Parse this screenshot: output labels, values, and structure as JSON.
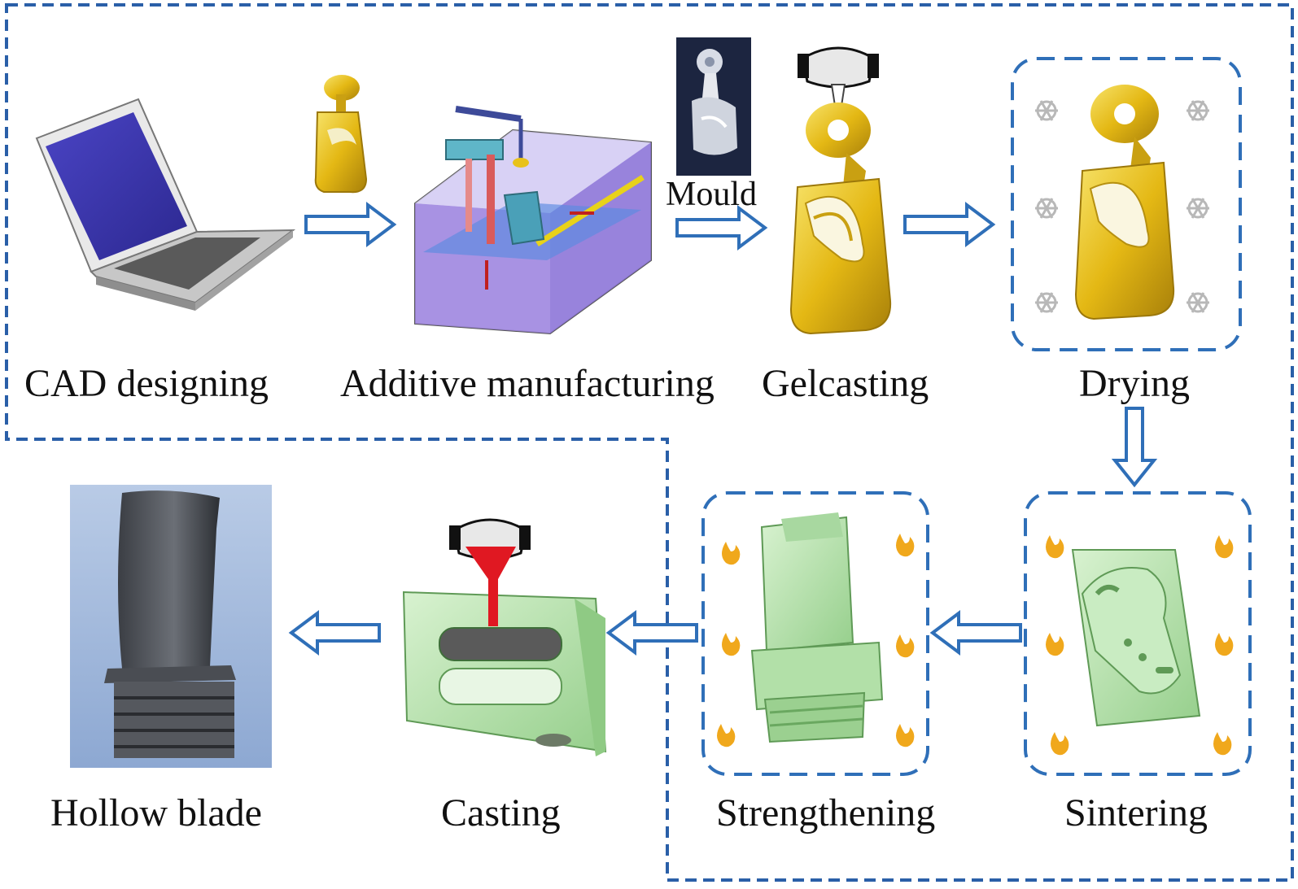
{
  "steps": {
    "cad": "CAD designing",
    "additive": "Additive manufacturing",
    "mould": "Mould",
    "gelcasting": "Gelcasting",
    "drying": "Drying",
    "sintering": "Sintering",
    "strengthening": "Strengthening",
    "casting": "Casting",
    "hollow_blade": "Hollow blade"
  },
  "colors": {
    "frame": "#2a5fa8",
    "arrow": "#2f6fb8",
    "yellow": "#e8c21a",
    "green": "#b9e3b2",
    "molten": "#e01822",
    "flame": "#f0a81c",
    "snowflake": "#b8b8b8"
  },
  "icons": {
    "drying_marks": "snowflake-icon",
    "heat_marks": "flame-icon"
  }
}
